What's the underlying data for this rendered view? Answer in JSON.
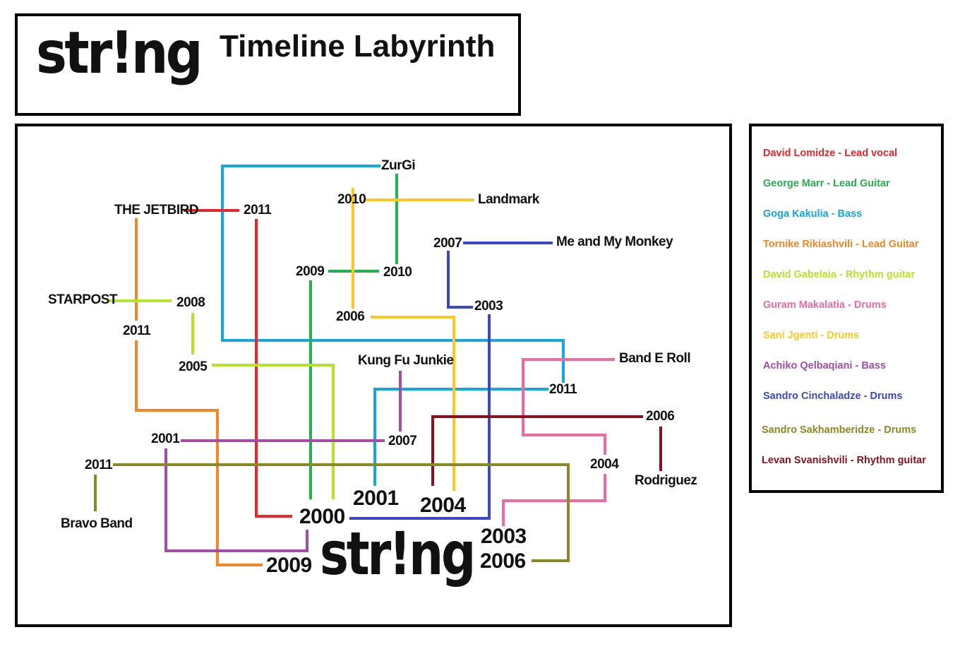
{
  "header": {
    "logo_text": "str!ng",
    "title": "Timeline Labyrinth"
  },
  "center_logo_text": "str!ng",
  "legend": [
    {
      "text": "David Lomidze - Lead vocal",
      "color": "#e8262b"
    },
    {
      "text": "George Marr - Lead Guitar",
      "color": "#23b14d"
    },
    {
      "text": "Goga Kakulia - Bass",
      "color": "#14a7e0"
    },
    {
      "text": "Tornike Rikiashvili - Lead Guitar",
      "color": "#f68523"
    },
    {
      "text": "David Gabelaia - Rhythm guitar",
      "color": "#b4e52b"
    },
    {
      "text": "Guram Makalatia - Drums",
      "color": "#f06aa0"
    },
    {
      "text": "Sani Jgenti - Drums",
      "color": "#fdc824"
    },
    {
      "text": "Achiko Qelbaqiani - Bass",
      "color": "#a54ba8"
    },
    {
      "text": "Sandro Cinchaladze - Drums",
      "color": "#3c46c8"
    },
    {
      "text": "Sandro Sakhamberidze - Drums",
      "color": "#8a8a24"
    },
    {
      "text": "Levan Svanishvili - Rhythm guitar",
      "color": "#8b0f1f"
    }
  ],
  "labels": {
    "zurgi": "ZurGi",
    "landmark": "Landmark",
    "y2010_top": "2010",
    "jetbird": "THE JETBIRD",
    "y2011_jet": "2011",
    "y2007_monkey": "2007",
    "monkey": "Me and My Monkey",
    "y2009_g": "2009",
    "y2010_g": "2010",
    "starpost": "STARPOST",
    "y2008": "2008",
    "y2003_b": "2003",
    "y2006_y": "2006",
    "y2011_o": "2011",
    "y2005": "2005",
    "kungfu": "Kung Fu Junkie",
    "bander": "Band E Roll",
    "y2011_c": "2011",
    "y2006_r": "2006",
    "y2001_p": "2001",
    "y2007_p": "2007",
    "y2004_pk": "2004",
    "y2011_ol": "2011",
    "rodriguez": "Rodriguez",
    "y2001_big": "2001",
    "y2004_big": "2004",
    "bravo": "Bravo Band",
    "y2000_big": "2000",
    "y2003_big": "2003",
    "y2006_big": "2006",
    "y2009_big": "2009"
  }
}
